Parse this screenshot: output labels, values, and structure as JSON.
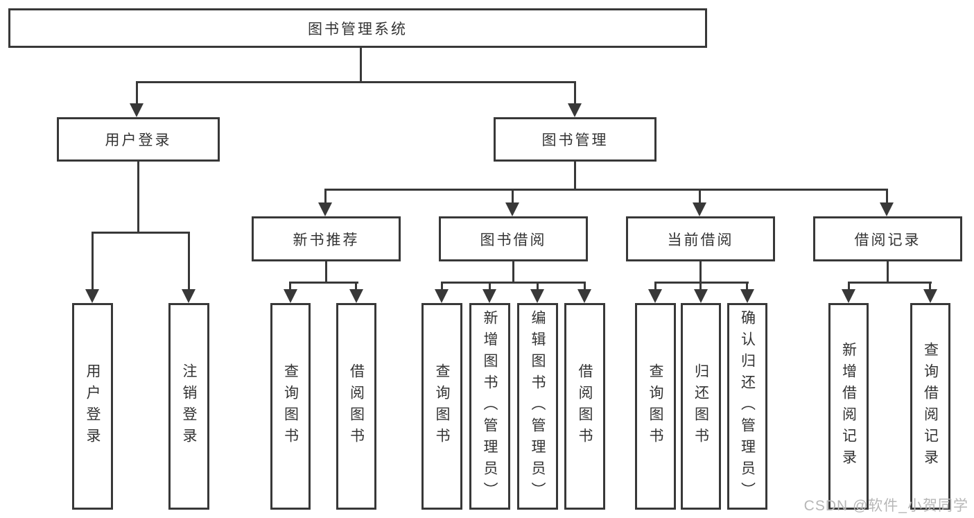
{
  "tree": {
    "root": {
      "label": "图书管理系统"
    },
    "level2": [
      {
        "label": "用户登录",
        "children": [
          {
            "label": "用户登录"
          },
          {
            "label": "注销登录"
          }
        ]
      },
      {
        "label": "图书管理",
        "children": [
          {
            "label": "新书推荐",
            "children": [
              {
                "label": "查询图书"
              },
              {
                "label": "借阅图书"
              }
            ]
          },
          {
            "label": "图书借阅",
            "children": [
              {
                "label": "查询图书"
              },
              {
                "label": "新增图书（管理员）"
              },
              {
                "label": "编辑图书（管理员）"
              },
              {
                "label": "借阅图书"
              }
            ]
          },
          {
            "label": "当前借阅",
            "children": [
              {
                "label": "查询图书"
              },
              {
                "label": "归还图书"
              },
              {
                "label": "确认归还（管理员）"
              }
            ]
          },
          {
            "label": "借阅记录",
            "children": [
              {
                "label": "新增借阅记录"
              },
              {
                "label": "查询借阅记录"
              }
            ]
          }
        ]
      }
    ]
  },
  "watermark": {
    "text": "CSDN @软件_小贺同学"
  },
  "colors": {
    "line": "#383838",
    "text": "#333333",
    "watermark": "#b7b7b7",
    "background": "#ffffff"
  }
}
